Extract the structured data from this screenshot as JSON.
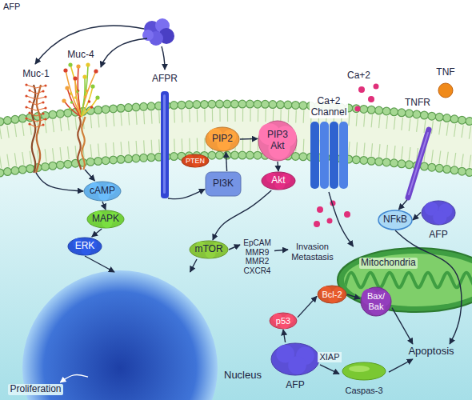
{
  "diagram": {
    "nodes": [
      {
        "text": [
          "Muc-1"
        ]
      },
      {
        "text": [
          "Muc-4"
        ]
      },
      {
        "text": [
          "AFPR"
        ]
      },
      {
        "text": [
          "TNF"
        ]
      },
      {
        "text": [
          "TNFR"
        ]
      },
      {
        "text": [
          "Ca+2 Channel"
        ]
      },
      {
        "text": [
          "PIP2"
        ]
      },
      {
        "text": [
          "PIP3",
          "Akt"
        ]
      },
      {
        "text": [
          "PTEN"
        ]
      },
      {
        "text": [
          "cAMP"
        ]
      },
      {
        "text": [
          "PI3K"
        ]
      },
      {
        "text": [
          "Akt"
        ]
      },
      {
        "text": [
          "MAPK"
        ]
      },
      {
        "text": [
          "NFkB"
        ]
      },
      {
        "text": [
          "AFP"
        ]
      },
      {
        "text": [
          "ERK"
        ]
      },
      {
        "text": [
          "mTOR"
        ]
      },
      {
        "text": [
          "EpCAM MMR9 MMR2 CXCR4"
        ]
      },
      {
        "text": [
          "Invasion Metastasis"
        ]
      },
      {
        "text": [
          "Mitochondria"
        ]
      },
      {
        "text": [
          "Bcl-2"
        ]
      },
      {
        "text": [
          "Bax/ Bak"
        ]
      },
      {
        "text": [
          "p53"
        ]
      },
      {
        "text": [
          "Apoptosis"
        ]
      },
      {
        "text": [
          "AFP"
        ]
      },
      {
        "text": [
          "Caspas-3"
        ]
      },
      {
        "text": [
          "Nucleus"
        ]
      },
      {
        "text": [
          "Proliferation"
        ]
      }
    ],
    "edges": [
      {
        "from": 0,
        "to": 9,
        "arrow": "to"
      },
      {
        "from": 1,
        "to": 9,
        "arrow": "to"
      },
      {
        "from": 9,
        "to": 12,
        "arrow": "to"
      },
      {
        "from": 12,
        "to": 15,
        "arrow": "to"
      },
      {
        "from": 15,
        "to": 26,
        "arrow": "to"
      },
      {
        "from": 2,
        "to": 10,
        "arrow": "to"
      },
      {
        "from": 10,
        "to": 6,
        "arrow": "to"
      },
      {
        "from": 6,
        "to": 7,
        "arrow": "to"
      },
      {
        "from": 7,
        "to": 11,
        "arrow": "to"
      },
      {
        "from": 11,
        "to": 16,
        "arrow": "to"
      },
      {
        "from": 16,
        "to": 26,
        "arrow": "to"
      },
      {
        "from": 16,
        "to": 17,
        "arrow": "to"
      },
      {
        "from": 17,
        "to": 18,
        "arrow": "to"
      },
      {
        "from": 4,
        "to": 13,
        "arrow": "to"
      },
      {
        "from": 14,
        "to": 13,
        "arrow": "to"
      },
      {
        "from": 13,
        "to": 23,
        "arrow": "to"
      },
      {
        "from": 5,
        "to": 19,
        "arrow": "to"
      },
      {
        "from": 22,
        "to": 20,
        "arrow": "to"
      },
      {
        "from": 20,
        "to": 21,
        "arrow": "to"
      },
      {
        "from": 21,
        "to": 23,
        "arrow": "to"
      },
      {
        "from": 24,
        "to": 22,
        "arrow": "to"
      },
      {
        "from": 24,
        "to": 25,
        "label": "XIAP",
        "arrow": "to"
      },
      {
        "from": 25,
        "to": 23,
        "arrow": "to"
      },
      {
        "from": 26,
        "to": 27,
        "arrow": "to"
      }
    ],
    "labels": [
      "AFP",
      "Ca+2"
    ]
  }
}
